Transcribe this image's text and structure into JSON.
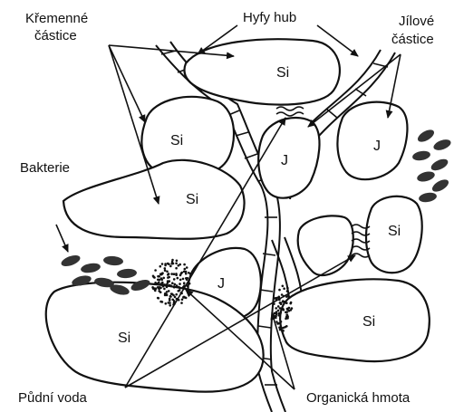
{
  "labels": {
    "kremenne_line1": "Křemenné",
    "kremenne_line2": "částice",
    "hyfy": "Hyfy hub",
    "jilove_line1": "Jílové",
    "jilove_line2": "částice",
    "bakterie": "Bakterie",
    "pudni_voda": "Půdní voda",
    "organicka": "Organická hmota"
  },
  "particles": {
    "si_top": "Si",
    "si_left_upper": "Si",
    "si_left_mid": "Si",
    "si_bottom_left": "Si",
    "si_bottom_right": "Si",
    "si_right_small": "Si",
    "j_center": "J",
    "j_right": "J",
    "j_lower": "J"
  },
  "colors": {
    "ink": "#111111",
    "background": "#ffffff"
  }
}
